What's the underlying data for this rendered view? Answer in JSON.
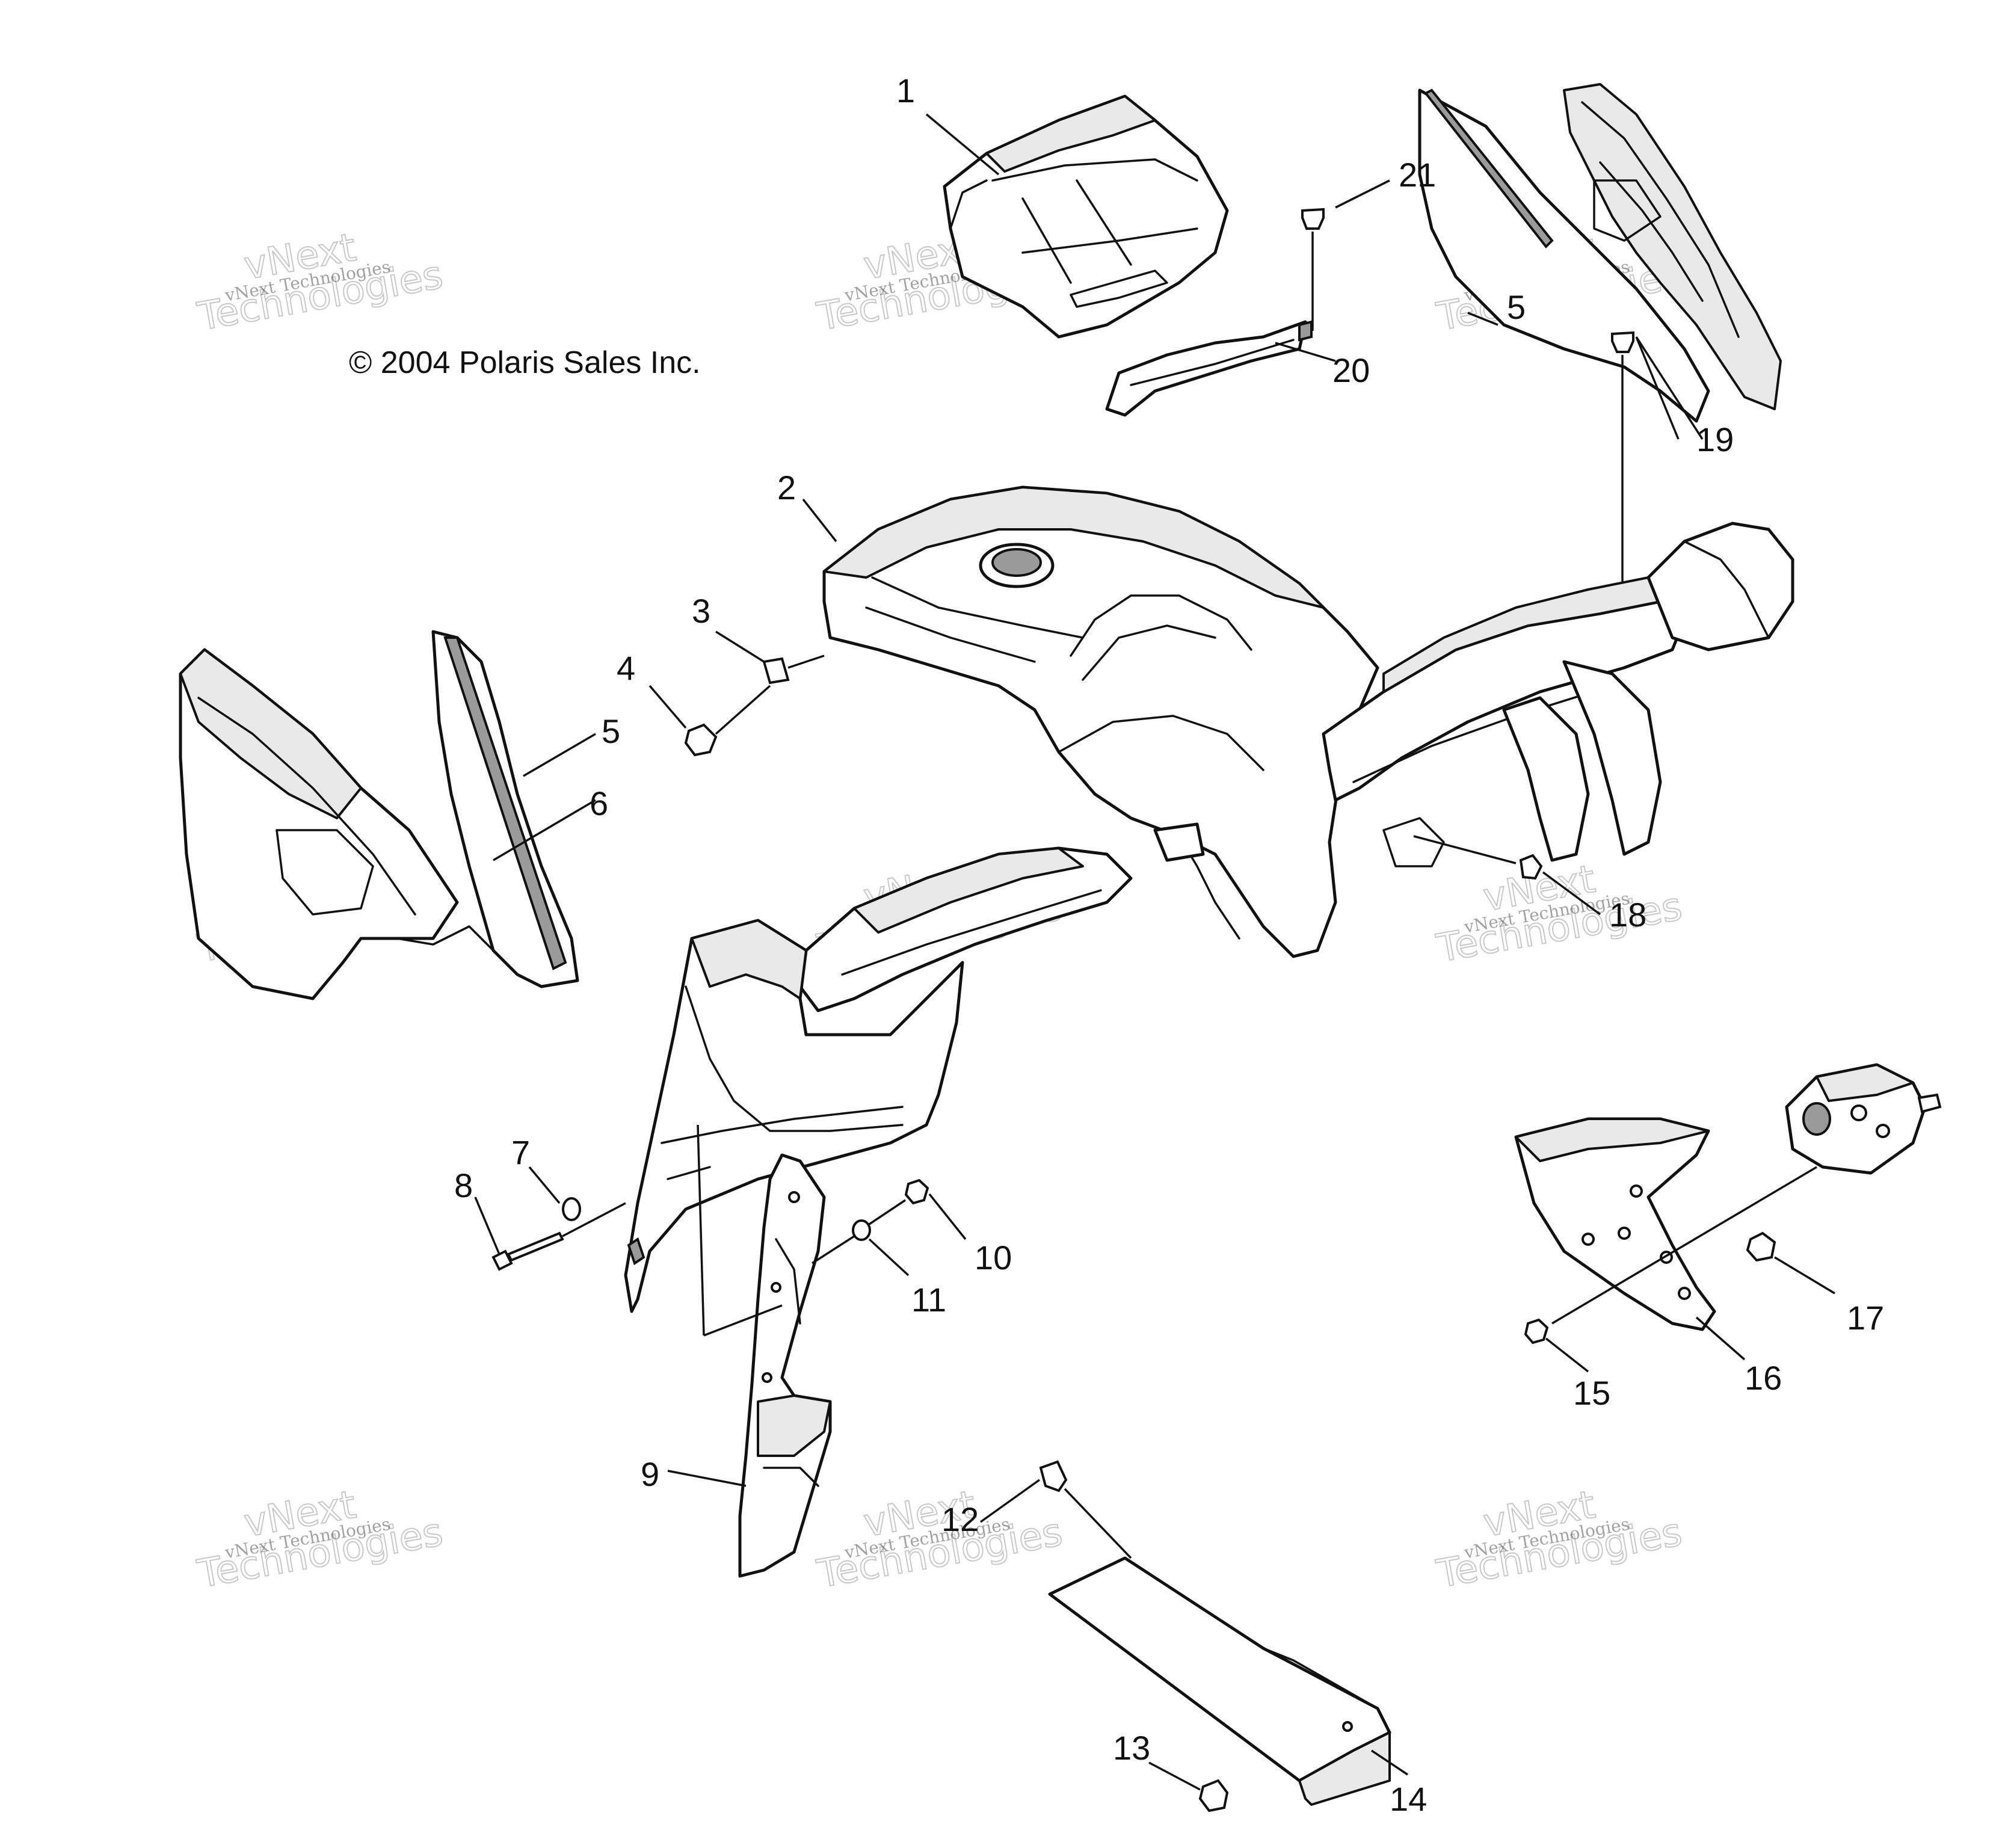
{
  "copyright": "© 2004 Polaris Sales Inc.",
  "watermark": {
    "line1": "vNext Technologies",
    "line2": "vNext",
    "line3": "Technologies"
  },
  "callouts": [
    "1",
    "2",
    "3",
    "4",
    "5",
    "5",
    "6",
    "7",
    "8",
    "9",
    "10",
    "11",
    "12",
    "13",
    "14",
    "15",
    "16",
    "17",
    "18",
    "19",
    "20",
    "21"
  ]
}
